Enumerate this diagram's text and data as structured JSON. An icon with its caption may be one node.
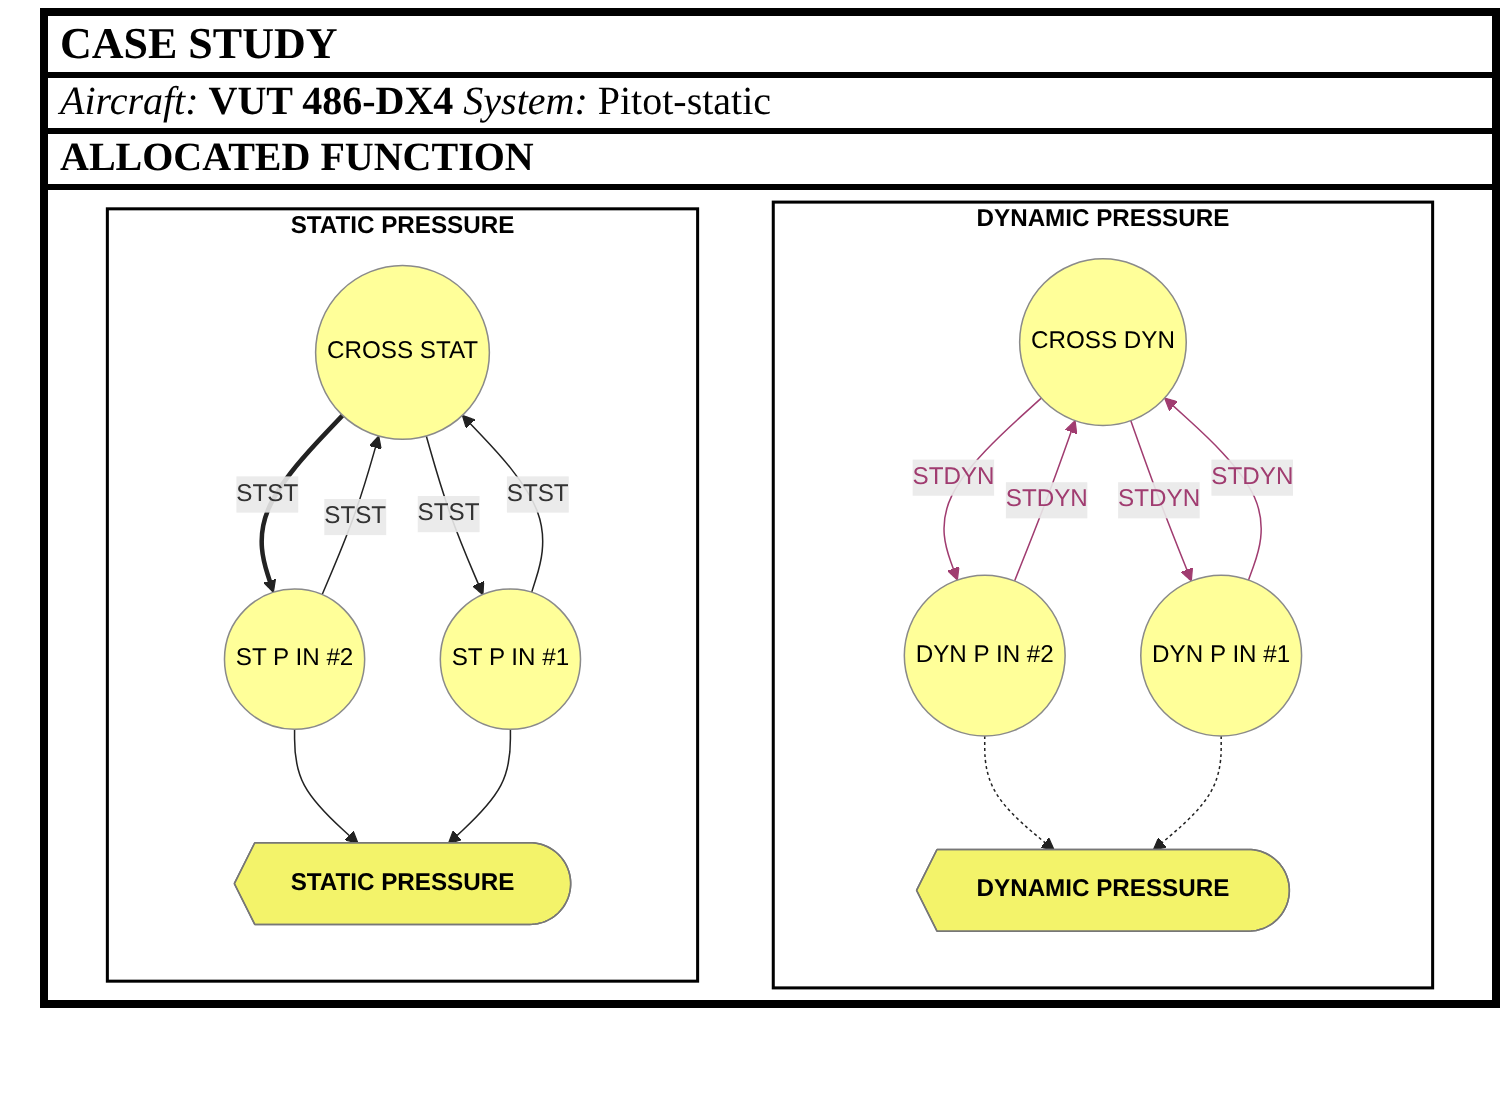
{
  "diagram": {
    "title": "CASE STUDY",
    "nodes": [
      {
        "text": [
          "DYNAMIC PRESSURE"
        ]
      },
      {
        "text": [
          "CROSS DYN"
        ],
        "in": 0
      },
      {
        "text": [
          "DYN P IN #2"
        ],
        "in": 0
      },
      {
        "text": [
          "DYN P IN #1"
        ],
        "in": 0
      },
      {
        "text": [
          "DYNAMIC PRESSURE"
        ],
        "in": 0
      },
      {
        "text": [
          "STATIC PRESSURE"
        ]
      },
      {
        "text": [
          "CROSS STAT"
        ],
        "in": 5
      },
      {
        "text": [
          "ST P IN #2"
        ],
        "in": 5
      },
      {
        "text": [
          "ST P IN #1"
        ],
        "in": 5
      },
      {
        "text": [
          "STATIC PRESSURE"
        ],
        "in": 5
      }
    ],
    "edges": [
      {
        "from": 1,
        "to": 2,
        "arrow": "to",
        "label": "STDYN",
        "color": "#a03c70"
      },
      {
        "from": 2,
        "to": 1,
        "arrow": "to",
        "label": "STDYN",
        "color": "#a03c70"
      },
      {
        "from": 1,
        "to": 3,
        "arrow": "to",
        "label": "STDYN",
        "color": "#a03c70"
      },
      {
        "from": 3,
        "to": 1,
        "arrow": "to",
        "label": "STDYN",
        "color": "#a03c70"
      },
      {
        "from": 2,
        "to": 4,
        "arrow": "to",
        "style": "dashed"
      },
      {
        "from": 3,
        "to": 4,
        "arrow": "to",
        "style": "dashed"
      },
      {
        "from": 6,
        "to": 7,
        "arrow": "to",
        "label": "STST",
        "style": "thick"
      },
      {
        "from": 7,
        "to": 6,
        "arrow": "to",
        "label": "STST"
      },
      {
        "from": 6,
        "to": 8,
        "arrow": "to",
        "label": "STST"
      },
      {
        "from": 8,
        "to": 6,
        "arrow": "to",
        "label": "STST"
      },
      {
        "from": 7,
        "to": 9,
        "arrow": "to"
      },
      {
        "from": 8,
        "to": 9,
        "arrow": "to"
      }
    ],
    "labels": [
      "Aircraft:",
      "VUT 486-DX4",
      "System:",
      "Pitot-static",
      "ALLOCATED FUNCTION"
    ]
  }
}
